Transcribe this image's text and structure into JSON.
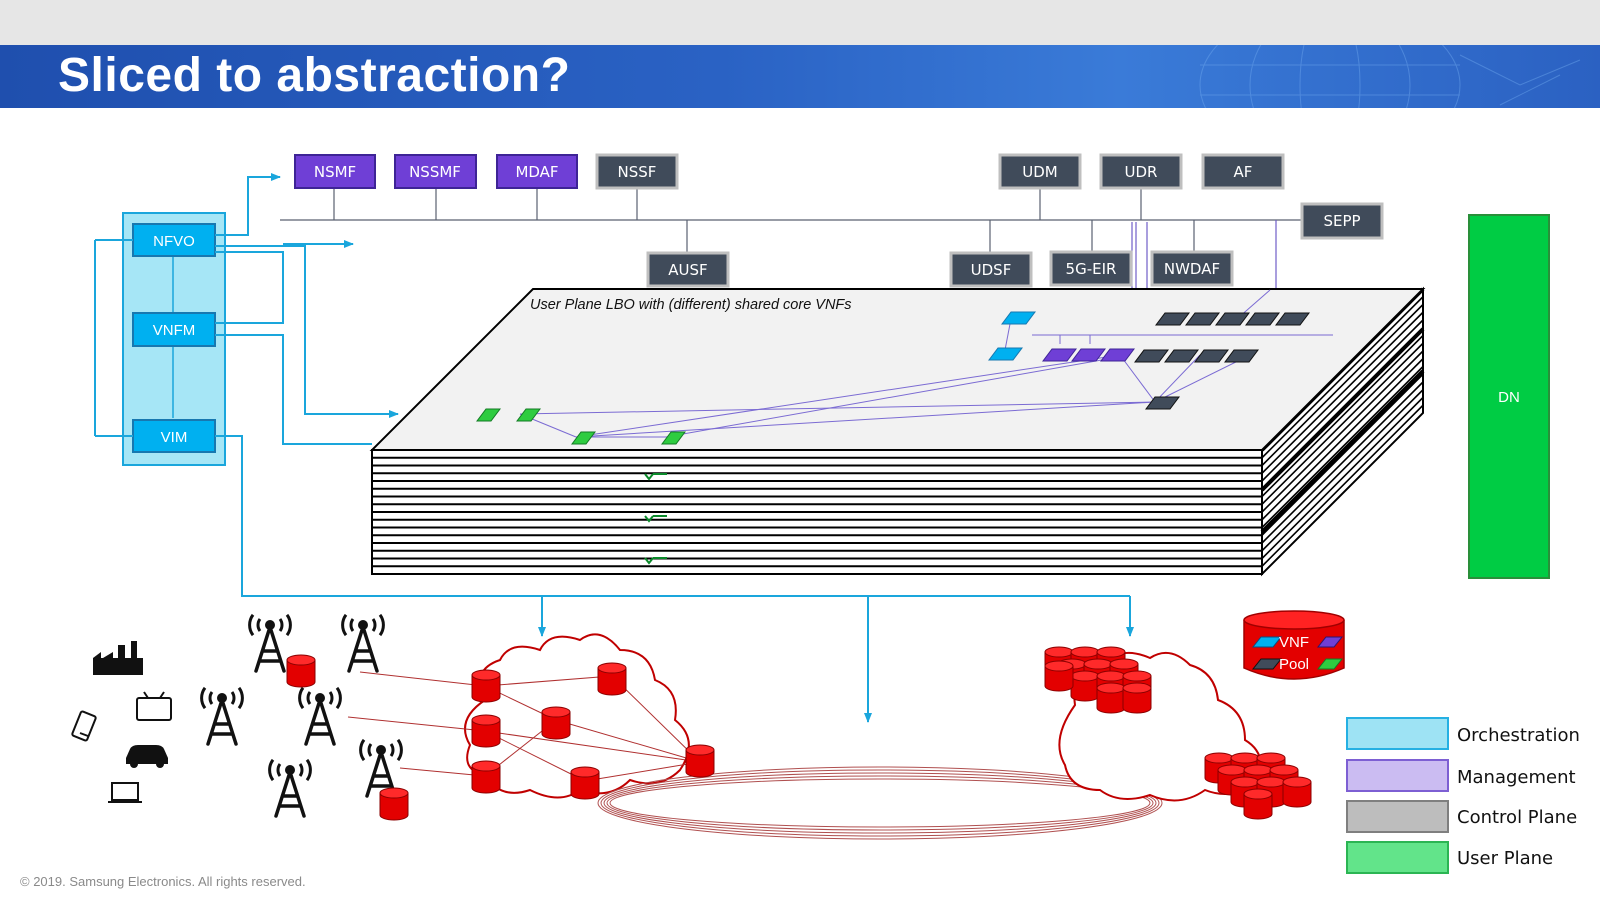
{
  "slide": {
    "title": "Sliced to abstraction?",
    "copyright": "© 2019. Samsung Electronics. All rights reserved."
  },
  "orchestration": {
    "nfvo": "NFVO",
    "vnfm": "VNFM",
    "vim": "VIM"
  },
  "management_functions": [
    {
      "id": "nsmf",
      "label": "NSMF"
    },
    {
      "id": "nssmf",
      "label": "NSSMF"
    },
    {
      "id": "mdaf",
      "label": "MDAF"
    }
  ],
  "control_functions_top": [
    {
      "id": "nssf",
      "label": "NSSF"
    },
    {
      "id": "udm",
      "label": "UDM"
    },
    {
      "id": "udr",
      "label": "UDR"
    },
    {
      "id": "af",
      "label": "AF"
    },
    {
      "id": "sepp",
      "label": "SEPP"
    }
  ],
  "control_functions_bottom": [
    {
      "id": "ausf",
      "label": "AUSF"
    },
    {
      "id": "udsf",
      "label": "UDSF"
    },
    {
      "id": "5g-eir",
      "label": "5G-EIR"
    },
    {
      "id": "nwdaf",
      "label": "NWDAF"
    }
  ],
  "stack": {
    "caption": "User Plane LBO with (different) shared core VNFs"
  },
  "dn": {
    "label": "DN"
  },
  "vnf_pool": {
    "line1": "VNF",
    "line2": "Pool"
  },
  "legend": [
    {
      "id": "orchestration",
      "label": "Orchestration",
      "color": "#9ee3f4",
      "border": "#25b0e3"
    },
    {
      "id": "management",
      "label": "Management",
      "color": "#cbbcf2",
      "border": "#7d5fd3"
    },
    {
      "id": "control-plane",
      "label": "Control Plane",
      "color": "#bdbdbd",
      "border": "#7f7f7f"
    },
    {
      "id": "user-plane",
      "label": "User Plane",
      "color": "#62e48a",
      "border": "#2bb553"
    }
  ],
  "colors": {
    "orchestration_fill": "#00b0f0",
    "management_fill": "#6f3fd6",
    "control_fill": "#404b5a",
    "user_plane_fill": "#00cc44",
    "cloud_red": "#c00000",
    "accent_blue": "#1aa6dc"
  },
  "icons": [
    "factory-icon",
    "mobile-phone-icon",
    "tv-icon",
    "car-icon",
    "laptop-icon",
    "cell-tower-icon",
    "database-cylinder-icon",
    "cloud-icon"
  ]
}
